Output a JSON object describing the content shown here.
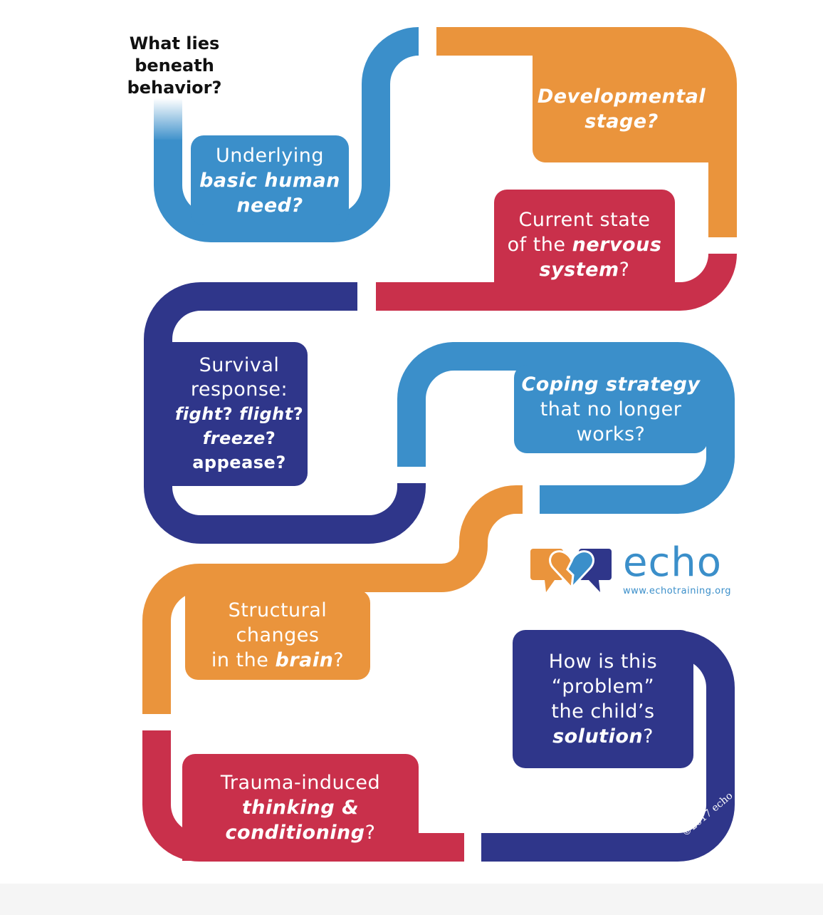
{
  "title_lines": [
    "What lies",
    "beneath",
    "behavior?"
  ],
  "colors": {
    "blue": "#3b8fca",
    "orange": "#ea943c",
    "red": "#c9304b",
    "navy": "#2f368a"
  },
  "boxes": {
    "need": {
      "l1": "Underlying",
      "l2": "basic human",
      "l3": "need?"
    },
    "developmental": {
      "l1": "Developmental",
      "l2": "stage?"
    },
    "nervous": {
      "l1": "Current state",
      "l2a": "of the ",
      "l2b": "nervous",
      "l3a": "system",
      "l3b": "?"
    },
    "survival": {
      "l1": "Survival",
      "l2": "response:",
      "l3a": "fight",
      "l3b": "? ",
      "l3c": "flight",
      "l3d": "?",
      "l4a": "freeze",
      "l4b": "?",
      "l5": "appease?"
    },
    "coping": {
      "l1": "Coping strategy",
      "l2": "that no longer",
      "l3": "works?"
    },
    "structural": {
      "l1": "Structural",
      "l2": "changes",
      "l3a": "in the ",
      "l3b": "brain",
      "l3c": "?"
    },
    "problem": {
      "l1": "How is this",
      "l2": "“problem”",
      "l3": "the child’s",
      "l4a": "solution",
      "l4b": "?"
    },
    "trauma": {
      "l1": "Trauma-induced",
      "l2": "thinking &",
      "l3a": "conditioning",
      "l3b": "?"
    }
  },
  "logo": {
    "word": "echo",
    "url": "www.echotraining.org"
  },
  "copyright": "©2017 echo"
}
